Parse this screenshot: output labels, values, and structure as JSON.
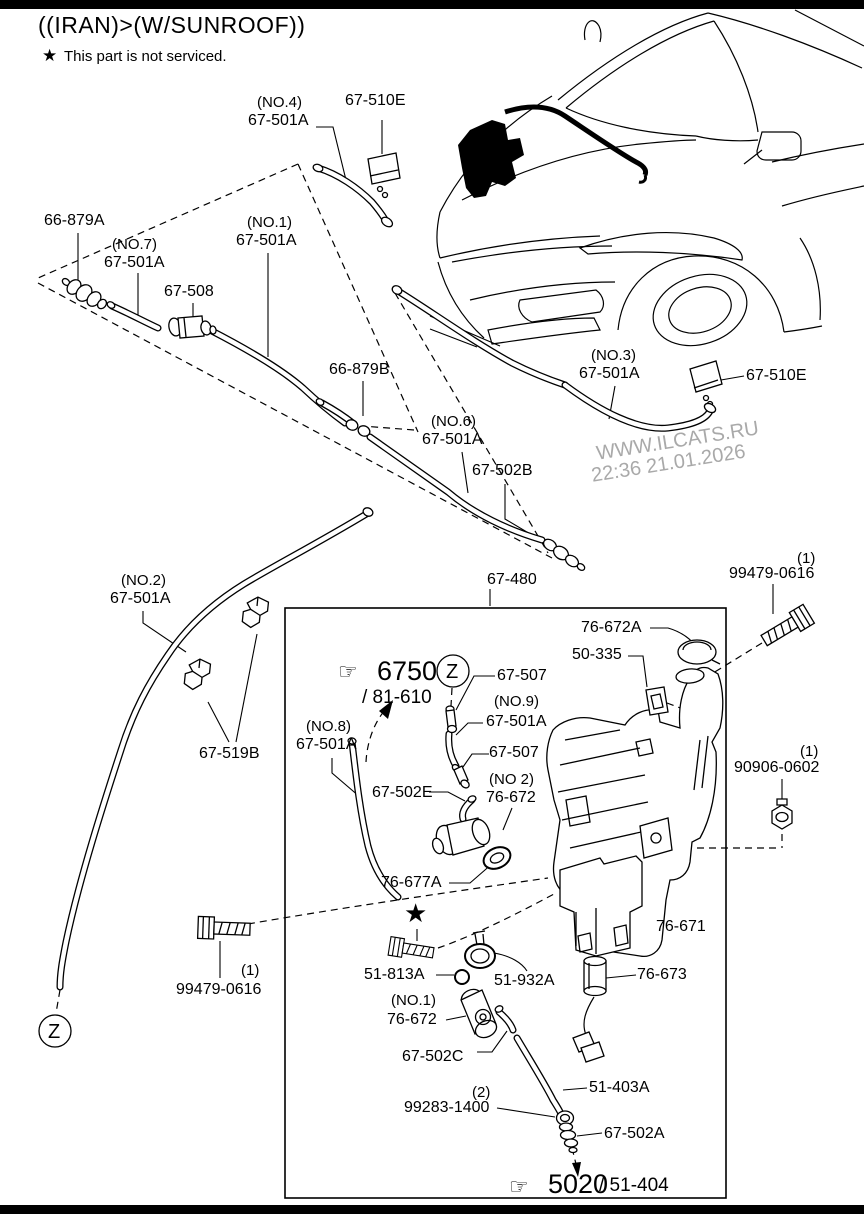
{
  "colors": {
    "line": "#000000",
    "watermark": "#a9a9a9",
    "background": "#ffffff"
  },
  "header": {
    "title": "((IRAN)>(W/SUNROOF))",
    "star": "★",
    "note": "This part is not serviced."
  },
  "watermark": {
    "line1": "WWW.ILCATS.RU",
    "line2": "22:36 21.01.2026"
  },
  "icons": {
    "pointing_hand": "☞",
    "star_marker": "★"
  },
  "zones": {
    "z_top": "Z",
    "z_bottom": "Z"
  },
  "refs": {
    "washer_6750": "6750",
    "washer_81_610": "/ 81-610",
    "washer_5020": "5020",
    "washer_51_404": "/ 51-404"
  },
  "labels": {
    "no4_tag": "(NO.4)",
    "no4_pn": "67-501A",
    "nozzle_left_pn": "67-510E",
    "no1_tag": "(NO.1)",
    "no1_pn": "67-501A",
    "joint_66_879a": "66-879A",
    "no7_tag": "(NO.7)",
    "no7_pn": "67-501A",
    "valve_67_508": "67-508",
    "joint_66_879b": "66-879B",
    "no6_tag": "(NO.6)",
    "no6_pn": "67-501A",
    "fitting_67_502b": "67-502B",
    "no3_tag": "(NO.3)",
    "no3_pn": "67-501A",
    "nozzle_right_pn": "67-510E",
    "no2_tag": "(NO.2)",
    "no2_pn": "67-501A",
    "clips_67_519b": "67-519B",
    "tank_67_480": "67-480",
    "bolt_top_qty": "(1)",
    "bolt_top_pn": "99479-0616",
    "cap_76_672a": "76-672A",
    "clamp_50_335": "50-335",
    "joint_67_507_upper": "67-507",
    "no9_tag": "(NO.9)",
    "no9_pn": "67-501A",
    "joint_67_507_lower": "67-507",
    "no2p_tag": "(NO 2)",
    "pump_76_672_no2": "76-672",
    "no8_tag": "(NO.8)",
    "no8_pn": "67-501A",
    "elbow_67_502e": "67-502E",
    "nut_qty": "(1)",
    "nut_pn": "90906-0602",
    "grommet_76_677a": "76-677A",
    "bracket_76_671": "76-671",
    "bolt_left_qty": "(1)",
    "bolt_left_pn": "99479-0616",
    "bolt_51_813a": "51-813A",
    "grommet_51_932a": "51-932A",
    "pump_76_673": "76-673",
    "no1p_tag": "(NO.1)",
    "pump_76_672_no1": "76-672",
    "elbow_67_502c": "67-502C",
    "hose_51_403a": "51-403A",
    "clamp_qty": "(2)",
    "clamp_pn": "99283-1400",
    "fitting_67_502a": "67-502A"
  }
}
